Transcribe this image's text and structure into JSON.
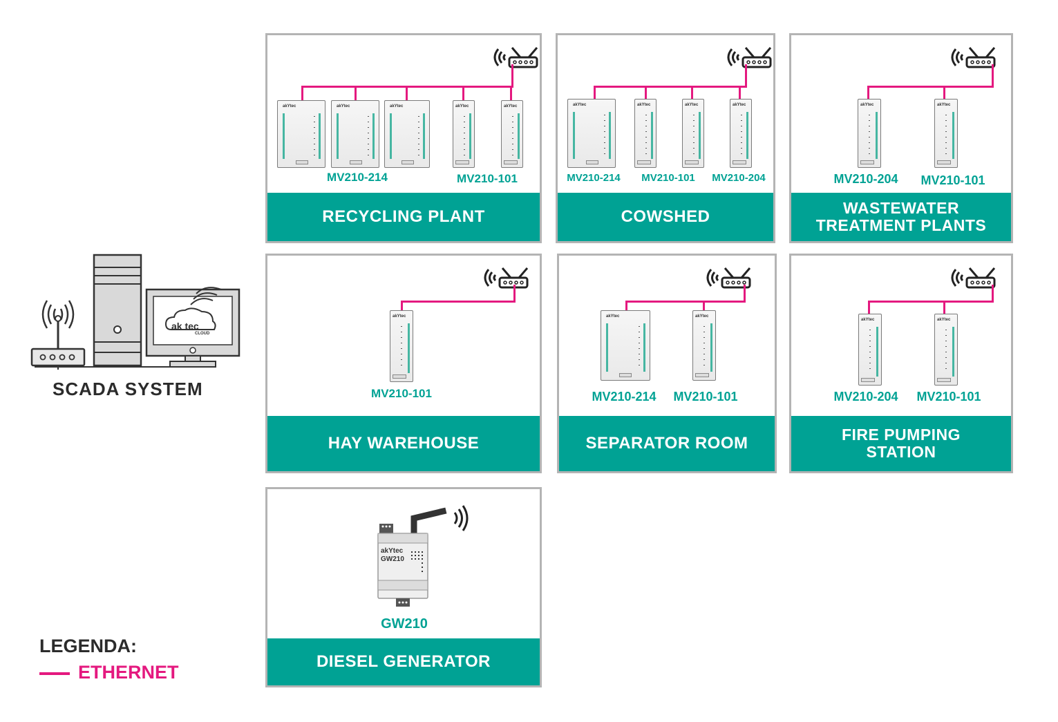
{
  "scada": {
    "label": "SCADA SYSTEM",
    "cloud_brand": "ak tec",
    "cloud_sub": "CLOUD"
  },
  "legend": {
    "title": "LEGENDA:",
    "ethernet": "ETHERNET"
  },
  "colors": {
    "accent": "#00a294",
    "ethernet": "#e4197f",
    "border": "#b4b4b4"
  },
  "panels": {
    "recycling": {
      "title": "RECYCLING PLANT",
      "m1": "MV210-214",
      "m2": "MV210-101"
    },
    "cowshed": {
      "title": "COWSHED",
      "m1": "MV210-214",
      "m2": "MV210-101",
      "m3": "MV210-204"
    },
    "wastewater": {
      "title_l1": "WASTEWATER",
      "title_l2": "TREATMENT PLANTS",
      "m1": "MV210-204",
      "m2": "MV210-101"
    },
    "hay": {
      "title": "HAY WAREHOUSE",
      "m1": "MV210-101"
    },
    "separator": {
      "title": "SEPARATOR ROOM",
      "m1": "MV210-214",
      "m2": "MV210-101"
    },
    "fire": {
      "title_l1": "FIRE PUMPING",
      "title_l2": "STATION",
      "m1": "MV210-204",
      "m2": "MV210-101"
    },
    "diesel": {
      "title": "DIESEL GENERATOR",
      "m1": "GW210",
      "device_brand": "akYtec",
      "device_model": "GW210"
    }
  },
  "icons": [
    "router-icon",
    "wifi-icon",
    "computer-tower-icon",
    "monitor-icon",
    "cloud-icon",
    "gateway-icon",
    "io-module-icon"
  ]
}
